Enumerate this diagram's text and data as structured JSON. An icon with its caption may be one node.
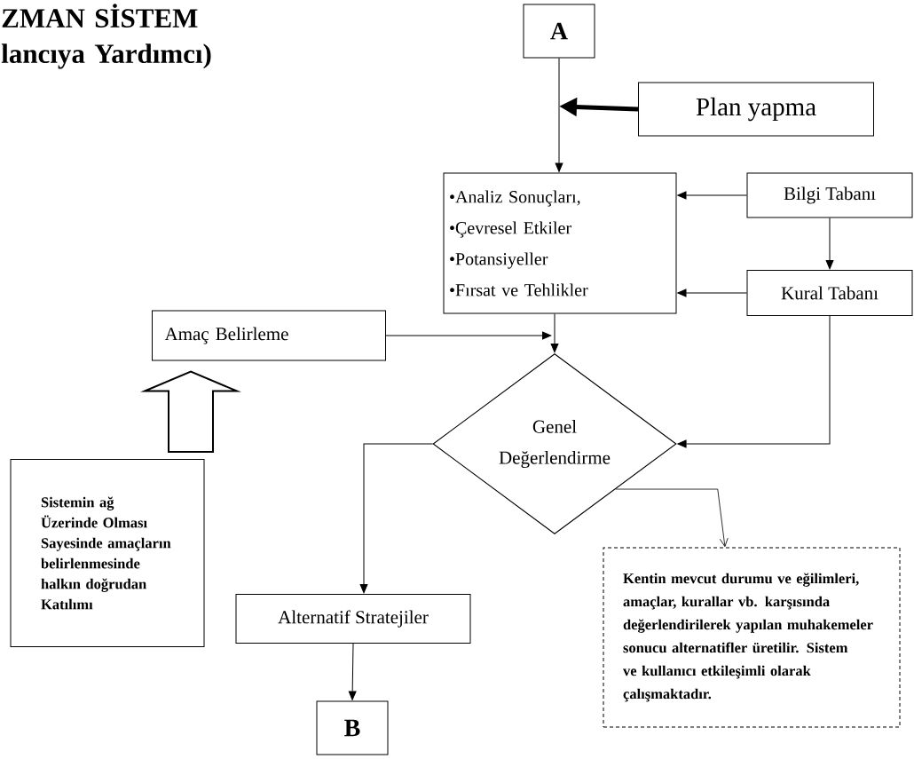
{
  "diagram": {
    "title": "ZMAN SİSTEM lancıya Yardımcı)",
    "nodes": [
      {
        "text": [
          "A"
        ]
      },
      {
        "text": [
          "Plan yapma"
        ]
      },
      {
        "text": [
          "•Analiz Sonuçları,",
          "•Çevresel Etkiler",
          "•Potansiyeller",
          "•Fırsat ve Tehlikler"
        ]
      },
      {
        "text": [
          "Bilgi  Tabanı"
        ]
      },
      {
        "text": [
          "Kural Tabanı"
        ]
      },
      {
        "text": [
          "Amaç Belirleme"
        ]
      },
      {
        "text": [
          "Genel Değerlendirme"
        ]
      },
      {
        "text": [
          "Sistemin ağ Üzerinde Olması Sayesinde amaçların belirlenmesinde halkın doğrudan Katılımı"
        ]
      },
      {
        "text": [
          "Alternatif Stratejiler"
        ]
      },
      {
        "text": [
          "B"
        ]
      },
      {
        "text": [
          "Kentin mevcut durumu ve eğilimleri, amaçlar, kurallar vb. karşısında değerlendirilerek yapılan muhakemeler sonucu alternatifler üretilir. Sistem ve kullanıcı etkileşimli olarak çalışmaktadır."
        ]
      }
    ],
    "edges": [
      {
        "from": 0,
        "to": 2,
        "arrow": "to"
      },
      {
        "from": 1,
        "to": null,
        "arrow": "to",
        "style": "thick"
      },
      {
        "from": 3,
        "to": 2,
        "arrow": "to"
      },
      {
        "from": 4,
        "to": 2,
        "arrow": "to"
      },
      {
        "from": 3,
        "to": 4,
        "arrow": "to"
      },
      {
        "from": 2,
        "to": 6,
        "arrow": "to"
      },
      {
        "from": 5,
        "to": 6,
        "arrow": "to"
      },
      {
        "from": 4,
        "to": 6,
        "arrow": "to"
      },
      {
        "from": 7,
        "to": 5,
        "arrow": "to",
        "style": "thick"
      },
      {
        "from": 6,
        "to": 8,
        "arrow": "to"
      },
      {
        "from": 8,
        "to": 9,
        "arrow": "to"
      },
      {
        "from": 6,
        "to": 10,
        "arrow": "to"
      }
    ]
  }
}
